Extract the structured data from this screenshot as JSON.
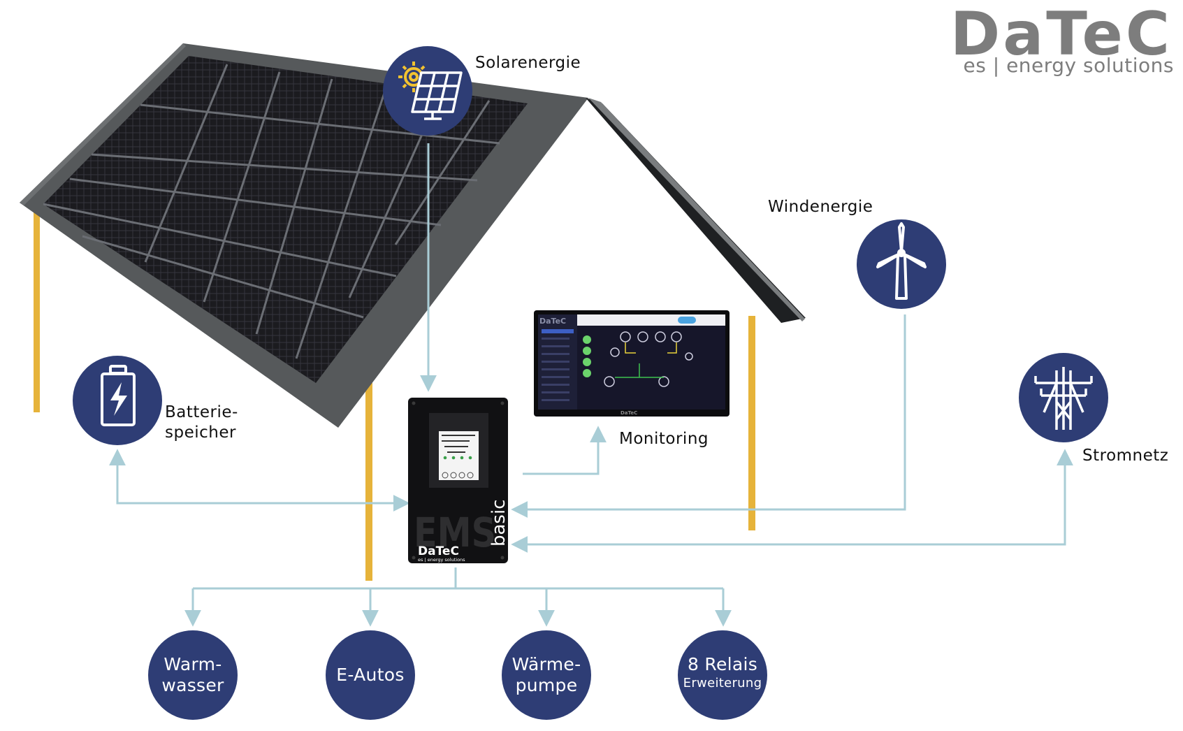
{
  "brand": {
    "logo": "DaTeC",
    "tagline": "es | energy solutions"
  },
  "sources": {
    "solar": "Solarenergie",
    "wind": "Windenergie",
    "battery_line1": "Batterie-",
    "battery_line2": "speicher",
    "grid": "Stromnetz",
    "monitoring": "Monitoring"
  },
  "consumers": {
    "warmwasser_line1": "Warm-",
    "warmwasser_line2": "wasser",
    "eautos": "E-Autos",
    "waermepumpe_line1": "Wärme-",
    "waermepumpe_line2": "pumpe",
    "relais_line1": "8 Relais",
    "relais_line2": "Erweiterung"
  },
  "device": {
    "big": "EMS",
    "side": "basic",
    "logo": "DaTeC",
    "tagline": "es | energy solutions"
  },
  "monitor": {
    "logo": "DaTeC",
    "footer": "DaTeC"
  },
  "colors": {
    "circle": "#2e3d75",
    "arrow": "#a9cdd6",
    "pole": "#e6b33a",
    "roof": "#545759",
    "sun": "#f2c230",
    "logo": "#7d7d7d"
  },
  "icons": [
    "solar-panel-sun-icon",
    "wind-turbine-icon",
    "battery-charging-icon",
    "power-pylon-icon"
  ]
}
